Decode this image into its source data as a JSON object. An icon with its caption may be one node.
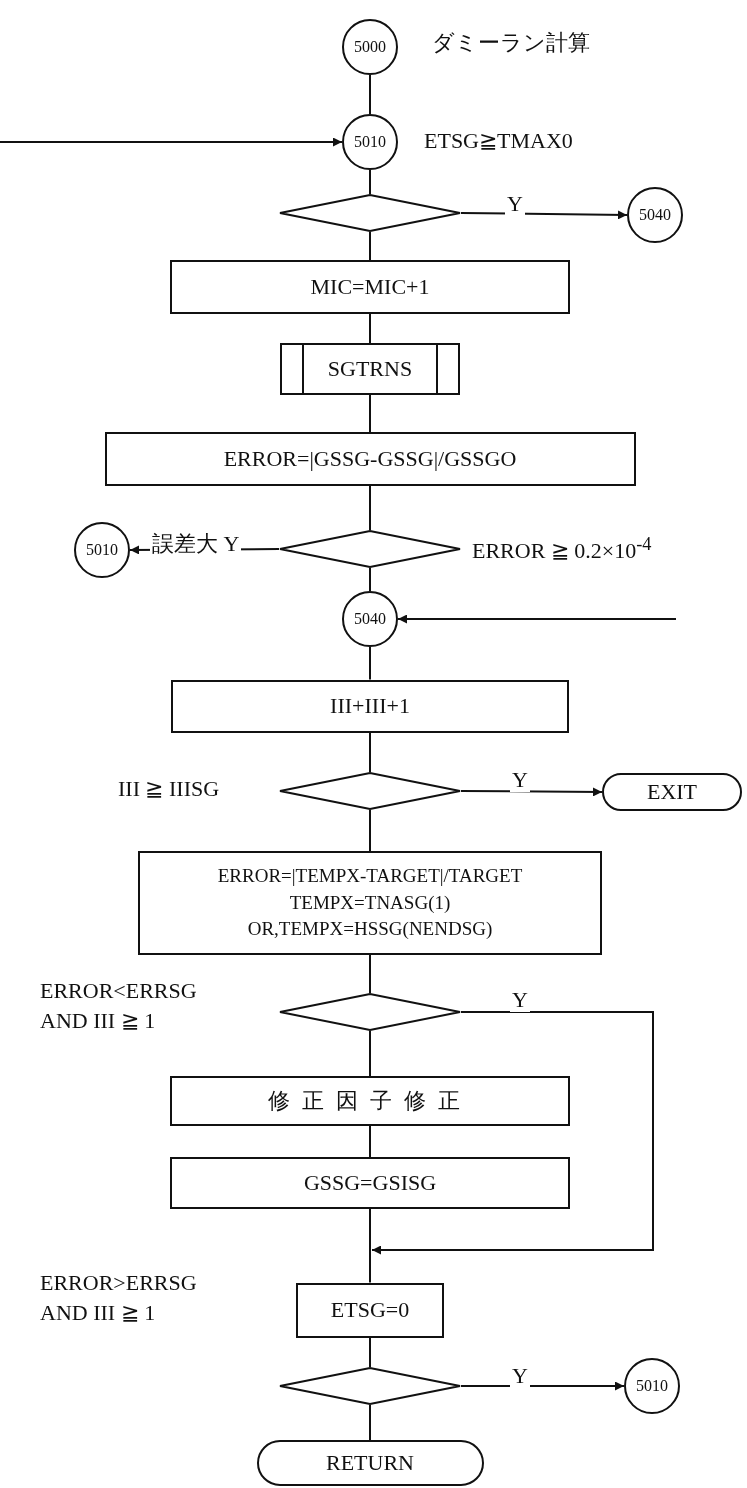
{
  "diagram": {
    "nodes": [
      {
        "text": [
          "5000"
        ],
        "beside": [
          "ダミーラン計算"
        ]
      },
      {
        "text": [
          "5010"
        ],
        "beside": [
          "ETSG≧TMAX0"
        ]
      },
      {
        "text": [],
        "shape": "diamond"
      },
      {
        "text": [
          "5040"
        ]
      },
      {
        "text": [
          "MIC=MIC+1"
        ]
      },
      {
        "text": [
          "SGTRNS"
        ]
      },
      {
        "text": [
          "ERROR=|GSSG-GSSG|/GSSGO"
        ]
      },
      {
        "text": [],
        "shape": "diamond",
        "beside": [
          "ERROR ≧ 0.2×10$^{-4}$"
        ]
      },
      {
        "text": [
          "5010"
        ]
      },
      {
        "text": [
          "5040"
        ]
      },
      {
        "text": [
          "III+III+1"
        ]
      },
      {
        "text": [],
        "shape": "diamond",
        "beside": [
          "III ≧ IIISG"
        ]
      },
      {
        "text": [
          "EXIT"
        ]
      },
      {
        "text": [
          "ERROR=|TEMPX-TARGET|/TARGET",
          "TEMPX=TNASG(1)",
          "OR,TEMPX=HSSG(NENDSG)"
        ]
      },
      {
        "text": [],
        "shape": "diamond"
      },
      {
        "text": [
          "修正因子修正"
        ]
      },
      {
        "text": [
          "GSSG=GSISG"
        ]
      },
      {
        "text": [
          "ETSG=0"
        ]
      },
      {
        "text": [],
        "shape": "diamond"
      },
      {
        "text": [
          "5010"
        ]
      },
      {
        "text": [
          "RETURN"
        ]
      }
    ],
    "edges": [
      {
        "from": 0,
        "to": 1,
        "arrow": "none"
      },
      {
        "from": null,
        "to": 1,
        "arrow": "to"
      },
      {
        "from": 1,
        "to": 2,
        "arrow": "none"
      },
      {
        "from": 2,
        "to": 3,
        "arrow": "to",
        "label": "Y"
      },
      {
        "from": 2,
        "to": 4,
        "arrow": "none"
      },
      {
        "from": 4,
        "to": 5,
        "arrow": "none"
      },
      {
        "from": 5,
        "to": 6,
        "arrow": "none"
      },
      {
        "from": 6,
        "to": 7,
        "arrow": "none"
      },
      {
        "from": 7,
        "to": 8,
        "arrow": "to",
        "label": "誤差大 Y"
      },
      {
        "from": 7,
        "to": 9,
        "arrow": "none"
      },
      {
        "from": null,
        "to": 9,
        "arrow": "to"
      },
      {
        "from": 9,
        "to": 10,
        "arrow": "none"
      },
      {
        "from": 10,
        "to": 11,
        "arrow": "none"
      },
      {
        "from": 11,
        "to": 12,
        "arrow": "to",
        "label": "Y"
      },
      {
        "from": 11,
        "to": 13,
        "arrow": "none"
      },
      {
        "from": 13,
        "to": 14,
        "arrow": "none"
      },
      {
        "from": 14,
        "to": 15,
        "arrow": "none"
      },
      {
        "from": 15,
        "to": 16,
        "arrow": "none"
      },
      {
        "from": 16,
        "to": 17,
        "arrow": "none"
      },
      {
        "from": 14,
        "to": 17,
        "arrow": "to",
        "label": "Y"
      },
      {
        "from": 17,
        "to": 18,
        "arrow": "none"
      },
      {
        "from": 18,
        "to": 19,
        "arrow": "to",
        "label": "Y"
      },
      {
        "from": 18,
        "to": 20,
        "arrow": "none"
      }
    ],
    "labels": [
      "ERROR<ERRSG AND III ≧ 1",
      "ERROR>ERRSG AND III ≧ 1"
    ]
  }
}
